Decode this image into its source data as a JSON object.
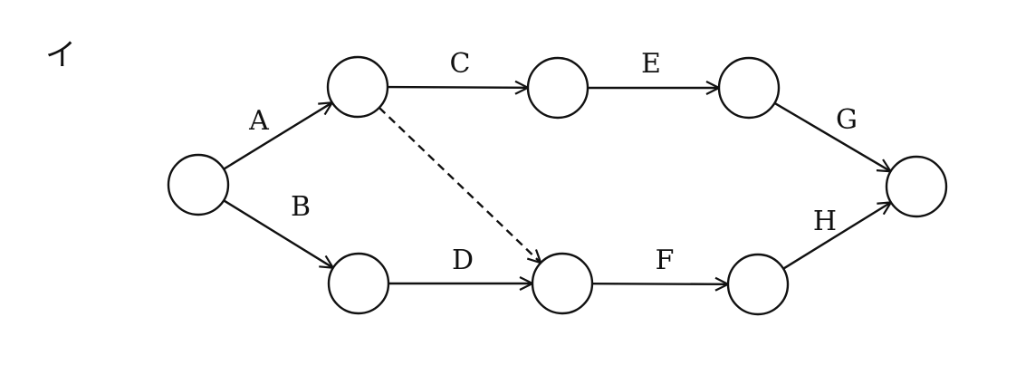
{
  "panel_label": "イ",
  "colors": {
    "ink": "#111111",
    "background": "#ffffff"
  },
  "nodes": [
    {
      "id": "n1"
    },
    {
      "id": "n2"
    },
    {
      "id": "n3"
    },
    {
      "id": "n4"
    },
    {
      "id": "n5"
    },
    {
      "id": "n6"
    },
    {
      "id": "n7"
    },
    {
      "id": "n8"
    }
  ],
  "edges": [
    {
      "id": "A",
      "label": "A",
      "from": "n1",
      "to": "n2",
      "style": "solid"
    },
    {
      "id": "B",
      "label": "B",
      "from": "n1",
      "to": "n5",
      "style": "solid"
    },
    {
      "id": "C",
      "label": "C",
      "from": "n2",
      "to": "n3",
      "style": "solid"
    },
    {
      "id": "dummy",
      "label": "",
      "from": "n2",
      "to": "n6",
      "style": "dashed"
    },
    {
      "id": "D",
      "label": "D",
      "from": "n5",
      "to": "n6",
      "style": "solid"
    },
    {
      "id": "E",
      "label": "E",
      "from": "n3",
      "to": "n4",
      "style": "solid"
    },
    {
      "id": "F",
      "label": "F",
      "from": "n6",
      "to": "n7",
      "style": "solid"
    },
    {
      "id": "G",
      "label": "G",
      "from": "n4",
      "to": "n8",
      "style": "solid"
    },
    {
      "id": "H",
      "label": "H",
      "from": "n7",
      "to": "n8",
      "style": "solid"
    }
  ]
}
